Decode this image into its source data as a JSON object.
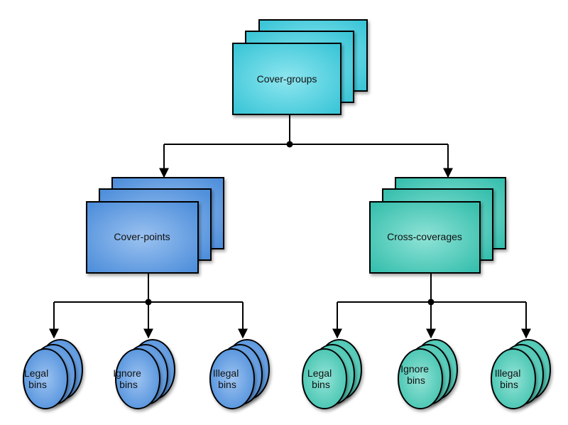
{
  "top": {
    "label": "Cover-groups"
  },
  "left": {
    "label": "Cover-points"
  },
  "right": {
    "label": "Cross-coverages"
  },
  "left_bins": [
    {
      "line1": "Legal",
      "line2": "bins"
    },
    {
      "line1": "Ignore",
      "line2": "bins"
    },
    {
      "line1": "Illegal",
      "line2": "bins"
    }
  ],
  "right_bins": [
    {
      "line1": "Legal",
      "line2": "bins"
    },
    {
      "line1": "Ignore",
      "line2": "bins"
    },
    {
      "line1": "Illegal",
      "line2": "bins"
    }
  ],
  "colors": {
    "top_fill": "#3cc6d8",
    "top_center": "#8ee6ef",
    "left_fill": "#4f8fdb",
    "left_center": "#9bc2f0",
    "right_fill": "#38bfae",
    "right_center": "#8fe3d6",
    "bin_left_fill": "#4f8fdb",
    "bin_left_center": "#9bc2f0",
    "bin_right_fill": "#40c2ae",
    "bin_right_center": "#93e3d6",
    "stroke": "#000000"
  }
}
